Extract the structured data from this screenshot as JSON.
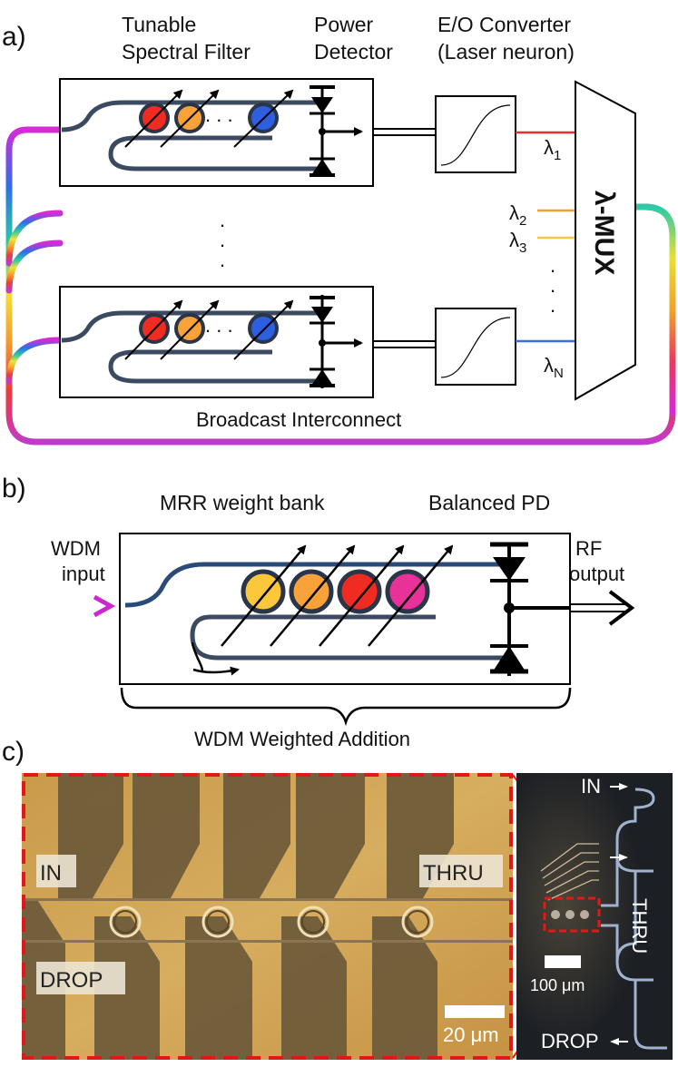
{
  "panel_a": {
    "label": "a)",
    "filter_title_1": "Tunable",
    "filter_title_2": "Spectral Filter",
    "detector_title_1": "Power",
    "detector_title_2": "Detector",
    "converter_title_1": "E/O Converter",
    "converter_title_2": "(Laser neuron)",
    "ellipsis_dots": ". . .",
    "mux_label": "λ-MUX",
    "lambda_1": "λ1",
    "lambda_2": "λ2",
    "lambda_3": "λ3",
    "lambda_n": "λN",
    "broadcast_label": "Broadcast Interconnect"
  },
  "panel_b": {
    "label": "b)",
    "weight_bank_title": "MRR weight bank",
    "balanced_pd_title": "Balanced PD",
    "wdm_input_1": "WDM",
    "wdm_input_2": "input",
    "rf_output_1": "RF",
    "rf_output_2": "output",
    "addition_label": "WDM Weighted Addition"
  },
  "panel_c": {
    "label": "c)",
    "in_label": "IN",
    "thru_label": "THRU",
    "drop_label": "DROP",
    "scale_main": "20 μm",
    "inset_in": "IN",
    "inset_thru": "THRU",
    "inset_drop": "DROP",
    "inset_scale": "100 μm"
  },
  "colors": {
    "waveguide": "#3b4a60",
    "ring_red": "#f02c22",
    "ring_orange": "#f9a23a",
    "ring_blue": "#2d5fe0",
    "ring_yellow": "#fcc73a",
    "ring_pink": "#e8329a",
    "lambda1_line": "#e53030",
    "lambda2_line": "#f5a134",
    "lambda3_line": "#f3c742",
    "lambdaN_line": "#3b6fd8",
    "inset_frame": "#e01818"
  }
}
